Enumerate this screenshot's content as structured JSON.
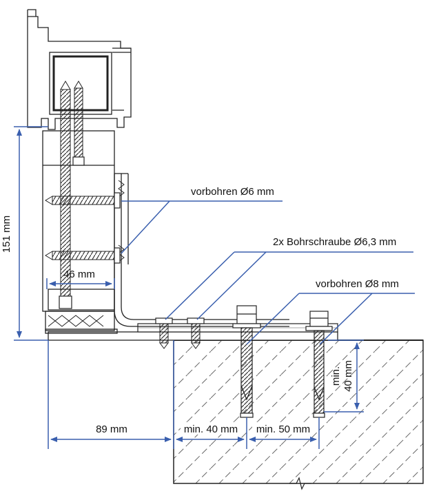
{
  "labels": {
    "height_dim": "151 mm",
    "width_46": "46 mm",
    "predrill_6": "vorbohren Ø6 mm",
    "screw_2x": "2x Bohrschraube Ø6,3 mm",
    "predrill_8": "vorbohren Ø8 mm",
    "dim_89": "89 mm",
    "dim_min40": "min. 40 mm",
    "dim_min50": "min. 50 mm",
    "dim_min40_vert": "min.\n40 mm"
  },
  "colors": {
    "dimension_blue": "#3a5fae",
    "outline": "#222222",
    "hatch": "#555555"
  }
}
